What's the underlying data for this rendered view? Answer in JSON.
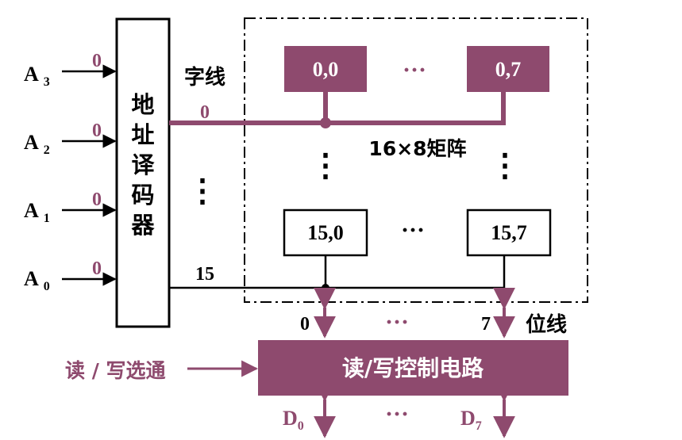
{
  "colors": {
    "accent": "#8e4a6e",
    "line": "#000000",
    "cell_text_on_accent": "#ffffff"
  },
  "inputs": [
    {
      "label": "A",
      "sub": "3",
      "value": "0"
    },
    {
      "label": "A",
      "sub": "2",
      "value": "0"
    },
    {
      "label": "A",
      "sub": "1",
      "value": "0"
    },
    {
      "label": "A",
      "sub": "0",
      "value": "0"
    }
  ],
  "decoder": {
    "label": [
      "地",
      "址",
      "译",
      "码",
      "器"
    ]
  },
  "word_line": {
    "label": "字线",
    "first": "0",
    "last": "15"
  },
  "matrix": {
    "label": "16×8矩阵",
    "cells": {
      "top_left": "0,0",
      "top_right": "0,7",
      "bottom_left": "15,0",
      "bottom_right": "15,7"
    },
    "ellipsis_h": "···",
    "ellipsis_v": "⋮"
  },
  "bit_line": {
    "label": "位线",
    "first": "0",
    "last": "7",
    "ellipsis": "···"
  },
  "rw_select": {
    "label": "读 / 写选通"
  },
  "rw_circuit": {
    "label": "读/写控制电路"
  },
  "data_outputs": {
    "first": {
      "label": "D",
      "sub": "0"
    },
    "last": {
      "label": "D",
      "sub": "7"
    },
    "ellipsis": "···"
  }
}
